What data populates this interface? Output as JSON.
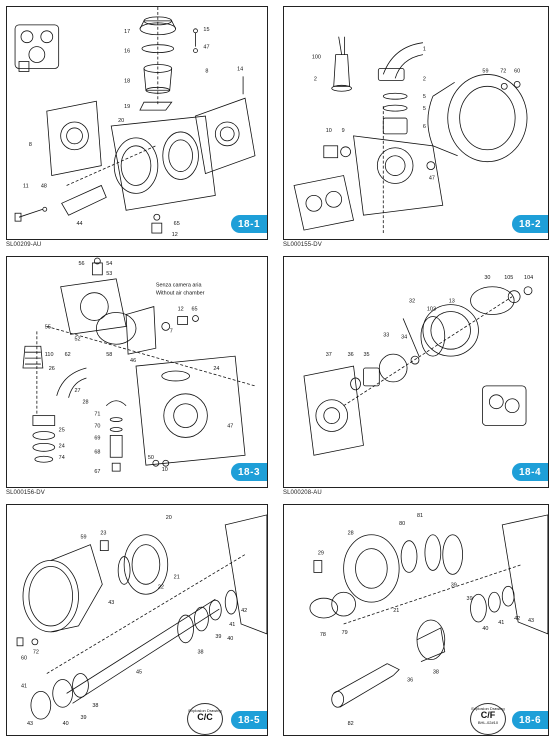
{
  "panels": [
    {
      "id": "18-1",
      "code": "SL00209-AU"
    },
    {
      "id": "18-2",
      "code": "SL000155-DV"
    },
    {
      "id": "18-3",
      "code": "SL000156-DV"
    },
    {
      "id": "18-4",
      "code": "SL000208-AU"
    },
    {
      "id": "18-5",
      "code": ""
    },
    {
      "id": "18-6",
      "code": ""
    }
  ],
  "panel1_labels": [
    "17",
    "15",
    "16",
    "47",
    "18",
    "19",
    "20",
    "8",
    "14",
    "8",
    "11",
    "48",
    "44",
    "65",
    "12"
  ],
  "panel2_labels": [
    "100",
    "2",
    "1",
    "2",
    "5",
    "5",
    "6",
    "59",
    "72",
    "60",
    "10",
    "9",
    "47"
  ],
  "panel3_labels": [
    "56",
    "54",
    "53",
    "55",
    "52",
    "58",
    "46",
    "7",
    "12",
    "65",
    "62",
    "110",
    "26",
    "27",
    "28",
    "25",
    "24",
    "74",
    "71",
    "70",
    "69",
    "68",
    "67",
    "50",
    "10",
    "47",
    "24"
  ],
  "panel3_note": [
    "Senza camera aria",
    "Without air chamber"
  ],
  "panel4_labels": [
    "30",
    "105",
    "104",
    "32",
    "103",
    "13",
    "37",
    "36",
    "35",
    "33",
    "34"
  ],
  "panel5_labels": [
    "59",
    "20",
    "23",
    "21",
    "22",
    "60",
    "72",
    "43",
    "38",
    "42",
    "41",
    "39",
    "40",
    "45",
    "41",
    "40",
    "39",
    "38",
    "43"
  ],
  "panel6_labels": [
    "29",
    "28",
    "80",
    "81",
    "39",
    "21",
    "78",
    "79",
    "38",
    "40",
    "41",
    "42",
    "43",
    "82",
    "36",
    "39"
  ],
  "stamp_text": [
    "Explosion Drawing",
    "C/C"
  ],
  "stamp6_text": [
    "Explosion Drawing",
    "C/F",
    "BHL-02#10"
  ]
}
